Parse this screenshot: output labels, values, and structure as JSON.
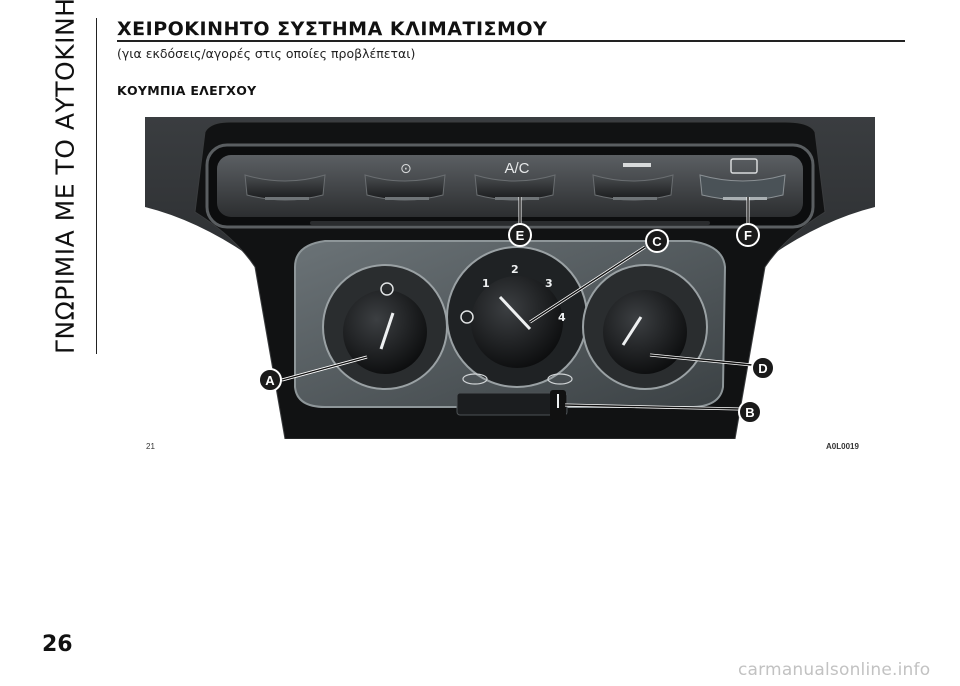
{
  "side_tab": {
    "label": "ΓΝΩΡΙΜΙΑ ΜΕ ΤΟ ΑΥΤΟΚΙΝΗΤΟ"
  },
  "header": {
    "title": "ΧΕΙΡΟΚΙΝΗΤΟ ΣΥΣΤΗΜΑ ΚΛΙΜΑΤΙΣΜΟΥ",
    "subtitle": "(για εκδόσεις/αγορές στις οποίες προβλέπεται)"
  },
  "section": {
    "heading": "ΚΟΥΜΠΙΑ ΕΛΕΓΧΟΥ"
  },
  "figure": {
    "number": "21",
    "code": "A0L0019",
    "ac_label": "A/C",
    "fan_scale": [
      "1",
      "2",
      "3",
      "4"
    ],
    "callouts": [
      "A",
      "B",
      "C",
      "D",
      "E",
      "F"
    ]
  },
  "footer": {
    "page_number": "26",
    "watermark": "carmanualsonline.info"
  }
}
